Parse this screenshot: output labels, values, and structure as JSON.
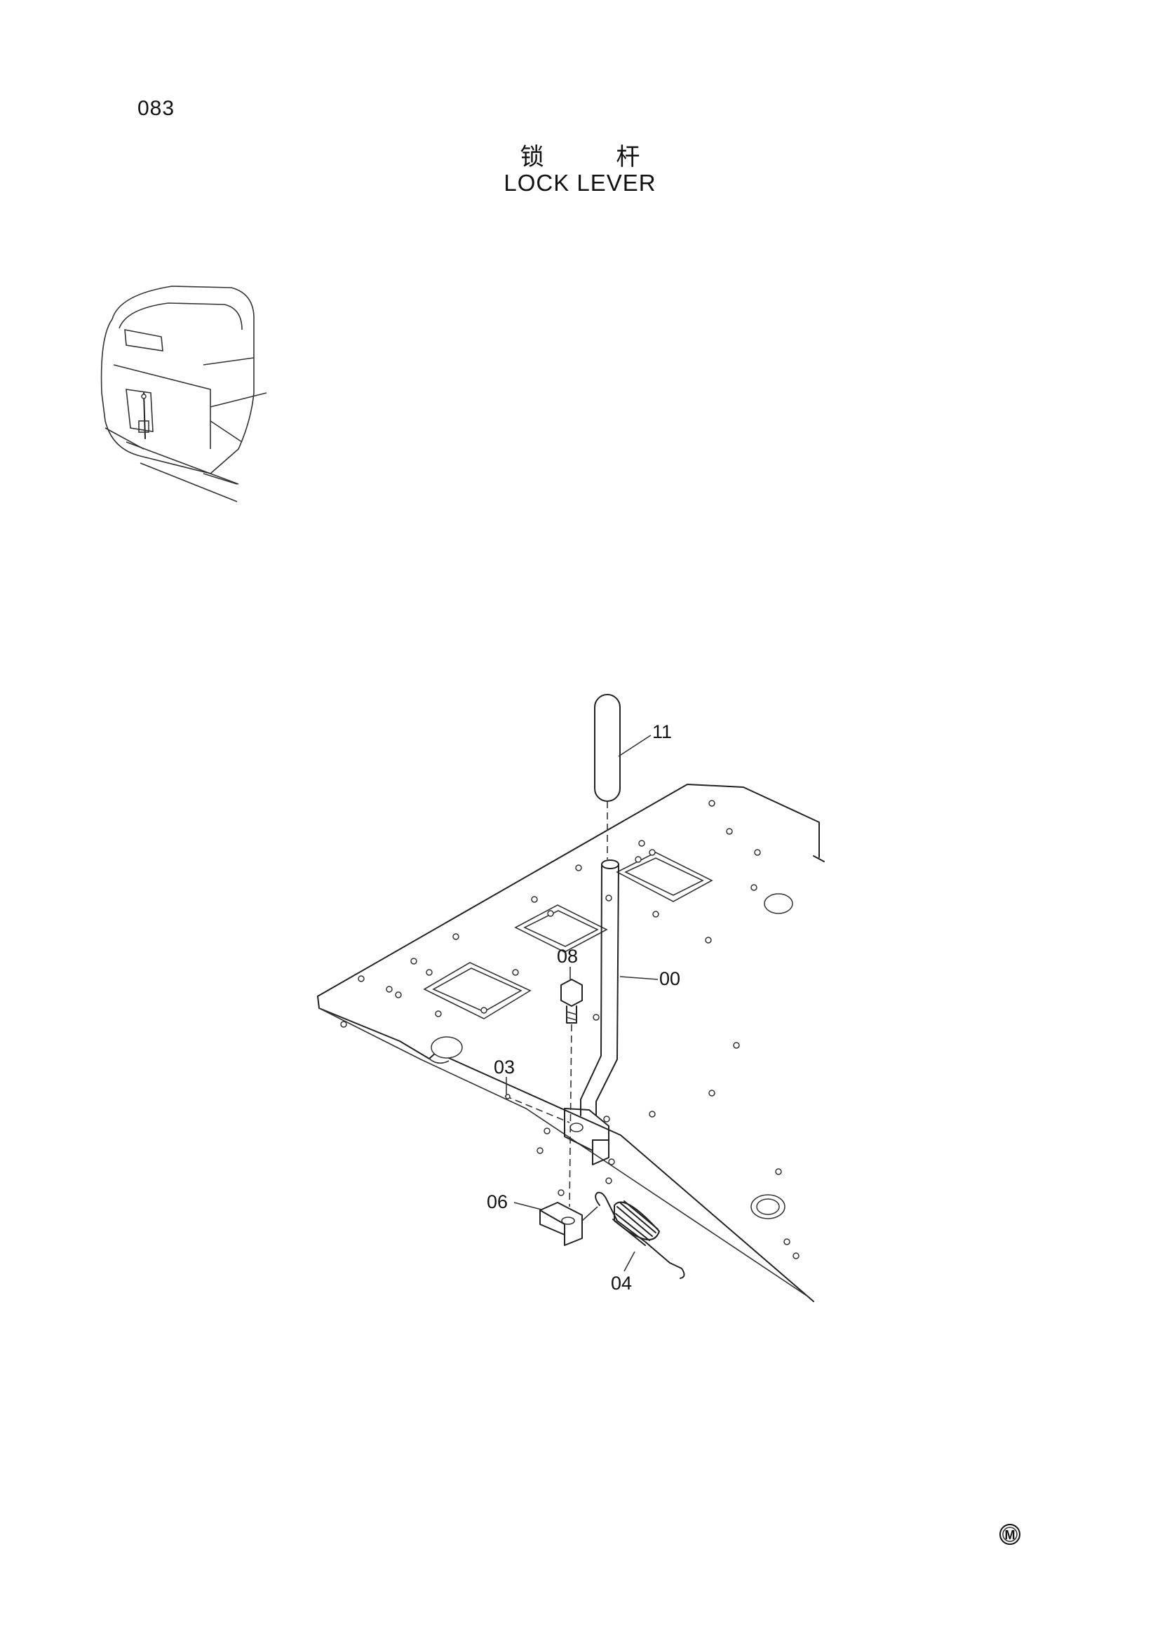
{
  "page": {
    "number": "083"
  },
  "title": {
    "chinese": "锁 杆",
    "english": "LOCK LEVER"
  },
  "callouts": {
    "lever_grip": "11",
    "lock_lever": "00",
    "bolt": "08",
    "pin": "03",
    "bracket": "06",
    "spring": "04"
  },
  "corner_mark": {
    "symbol": "M"
  }
}
